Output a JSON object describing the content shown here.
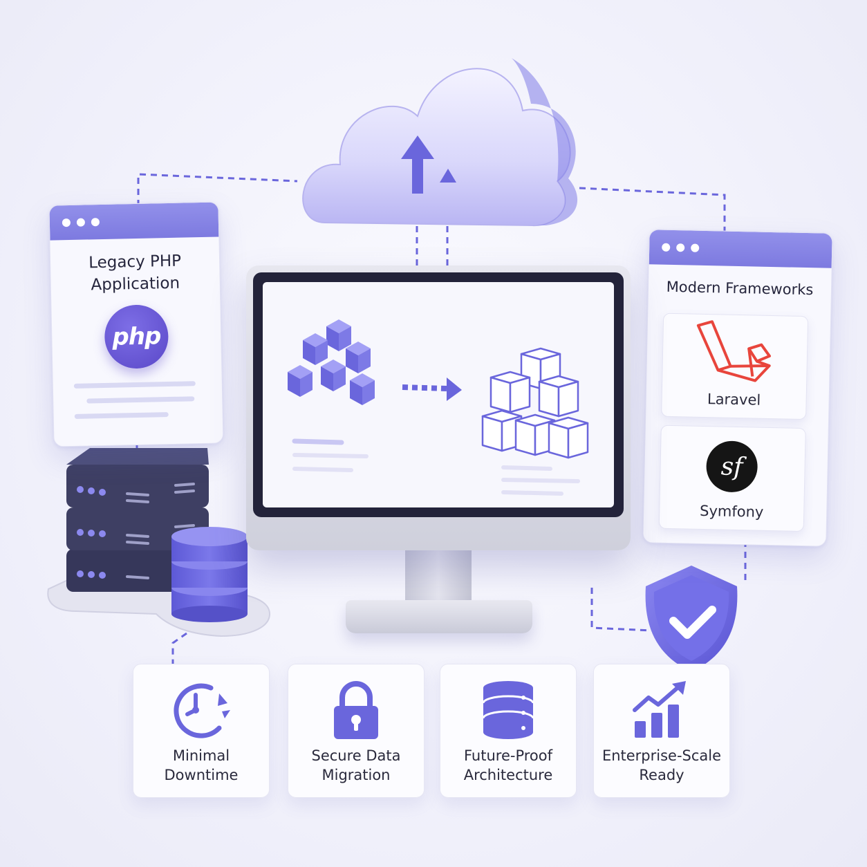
{
  "legacy_panel": {
    "title": "Legacy PHP\nApplication",
    "badge_text": "php"
  },
  "modern_panel": {
    "title": "Modern Frameworks",
    "frameworks": [
      {
        "name": "Laravel",
        "icon": "laravel-logo-icon"
      },
      {
        "name": "Symfony",
        "icon": "symfony-logo-icon",
        "logo_text": "sf"
      }
    ]
  },
  "features": [
    {
      "label": "Minimal\nDowntime",
      "icon": "clock-refresh-icon"
    },
    {
      "label": "Secure Data\nMigration",
      "icon": "padlock-icon"
    },
    {
      "label": "Future-Proof\nArchitecture",
      "icon": "database-stack-icon"
    },
    {
      "label": "Enterprise-Scale\nReady",
      "icon": "growth-chart-icon"
    }
  ],
  "colors": {
    "accent": "#6a66dc",
    "accent_light": "#9290ea",
    "server_dark": "#36375a",
    "laravel_red": "#e8453c",
    "symfony_black": "#151515"
  }
}
